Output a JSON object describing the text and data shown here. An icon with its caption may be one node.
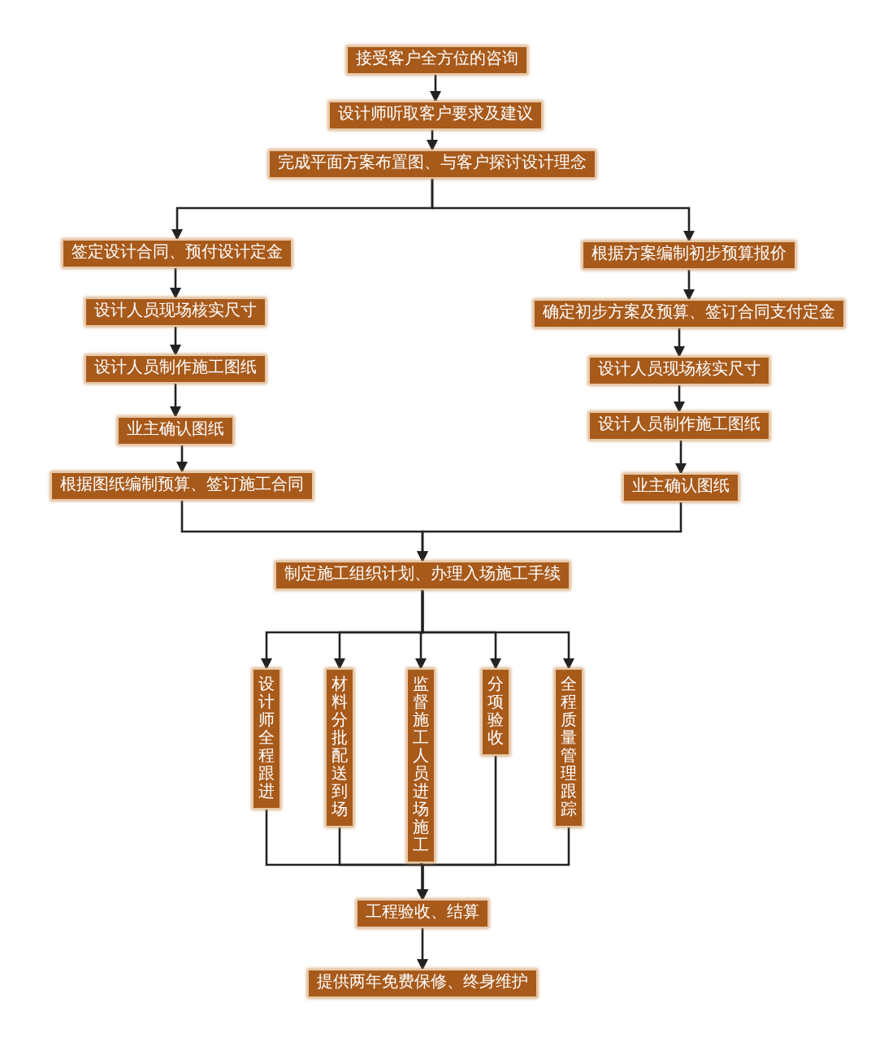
{
  "diagram": {
    "nodes": [
      {
        "text": [
          "接受客户全方位的咨询"
        ]
      },
      {
        "text": [
          "设计师听取客户要求及建议"
        ]
      },
      {
        "text": [
          "完成平面方案布置图、与客户探讨设计理念"
        ]
      },
      {
        "text": [
          "签定设计合同、预付设计定金"
        ]
      },
      {
        "text": [
          "设计人员现场核实尺寸"
        ]
      },
      {
        "text": [
          "设计人员制作施工图纸"
        ]
      },
      {
        "text": [
          "业主确认图纸"
        ]
      },
      {
        "text": [
          "根据图纸编制预算、签订施工合同"
        ]
      },
      {
        "text": [
          "根据方案编制初步预算报价"
        ]
      },
      {
        "text": [
          "确定初步方案及预算、签订合同支付定金"
        ]
      },
      {
        "text": [
          "设计人员现场核实尺寸"
        ]
      },
      {
        "text": [
          "设计人员制作施工图纸"
        ]
      },
      {
        "text": [
          "业主确认图纸"
        ]
      },
      {
        "text": [
          "制定施工组织计划、办理入场施工手续"
        ]
      },
      {
        "text": [
          "设计师全程跟进"
        ]
      },
      {
        "text": [
          "材料分批配送到场"
        ]
      },
      {
        "text": [
          "监督施工人员进场施工"
        ]
      },
      {
        "text": [
          "分项验收"
        ]
      },
      {
        "text": [
          "全程质量管理跟踪"
        ]
      },
      {
        "text": [
          "工程验收、结算"
        ]
      },
      {
        "text": [
          "提供两年免费保修、终身维护"
        ]
      }
    ],
    "edges": [
      {
        "from": 0,
        "to": 1,
        "arrow": "to"
      },
      {
        "from": 1,
        "to": 2,
        "arrow": "to"
      },
      {
        "from": 2,
        "to": 3,
        "arrow": "to"
      },
      {
        "from": 2,
        "to": 8,
        "arrow": "to"
      },
      {
        "from": 3,
        "to": 4,
        "arrow": "to"
      },
      {
        "from": 4,
        "to": 5,
        "arrow": "to"
      },
      {
        "from": 5,
        "to": 6,
        "arrow": "to"
      },
      {
        "from": 6,
        "to": 7,
        "arrow": "to"
      },
      {
        "from": 8,
        "to": 9,
        "arrow": "to"
      },
      {
        "from": 9,
        "to": 10,
        "arrow": "to"
      },
      {
        "from": 10,
        "to": 11,
        "arrow": "to"
      },
      {
        "from": 11,
        "to": 12,
        "arrow": "to"
      },
      {
        "from": 7,
        "to": 13,
        "arrow": "to"
      },
      {
        "from": 12,
        "to": 13,
        "arrow": "to"
      },
      {
        "from": 13,
        "to": 14,
        "arrow": "to"
      },
      {
        "from": 13,
        "to": 15,
        "arrow": "to"
      },
      {
        "from": 13,
        "to": 16,
        "arrow": "to"
      },
      {
        "from": 13,
        "to": 17,
        "arrow": "to"
      },
      {
        "from": 13,
        "to": 18,
        "arrow": "to"
      },
      {
        "from": 14,
        "to": 19,
        "arrow": "to"
      },
      {
        "from": 15,
        "to": 19,
        "arrow": "to"
      },
      {
        "from": 16,
        "to": 19,
        "arrow": "to"
      },
      {
        "from": 17,
        "to": 19,
        "arrow": "to"
      },
      {
        "from": 18,
        "to": 19,
        "arrow": "to"
      },
      {
        "from": 19,
        "to": 20,
        "arrow": "to"
      }
    ]
  }
}
